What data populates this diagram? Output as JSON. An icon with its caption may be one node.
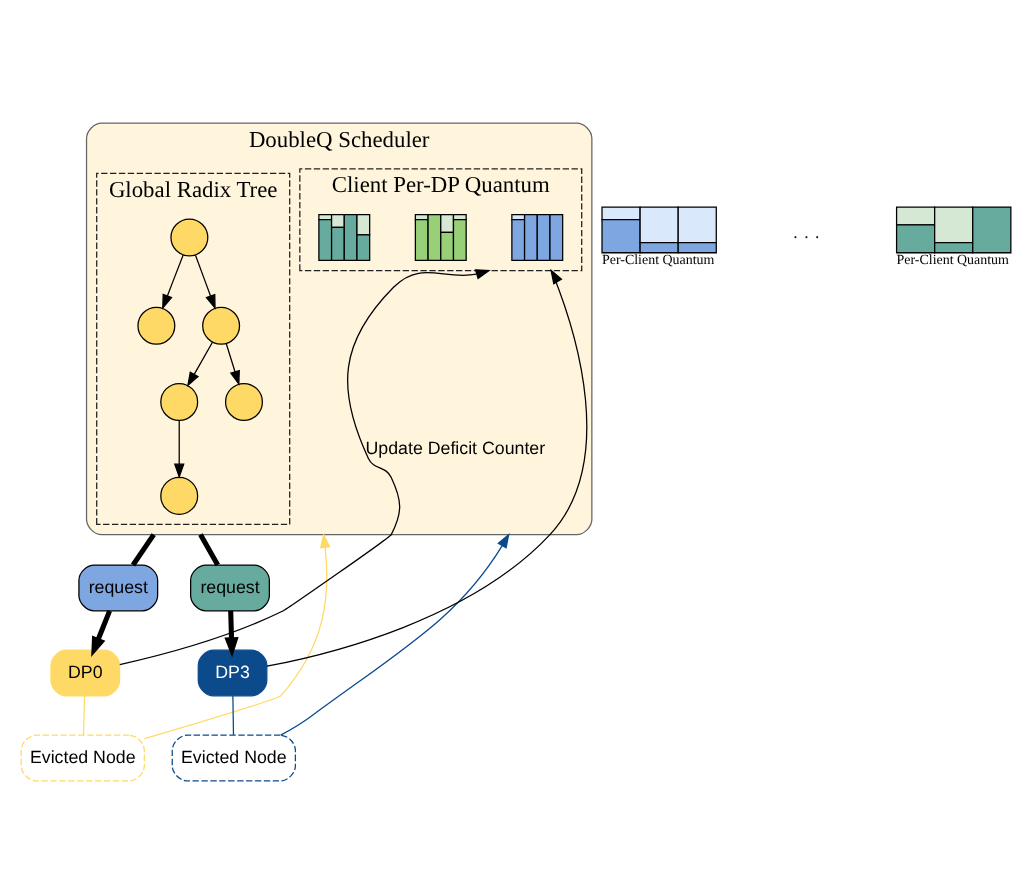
{
  "diagram": {
    "nodes": [
      {
        "text": [
          "DoubleQ Scheduler"
        ]
      },
      {
        "text": [
          "Client Per-DP Quantum"
        ],
        "in": 0
      },
      {
        "text": [],
        "shape": "picture",
        "in": 1
      },
      {
        "text": [],
        "shape": "picture",
        "in": 1
      },
      {
        "text": [],
        "shape": "picture",
        "in": 1
      },
      {
        "text": [
          "Global Radix Tree"
        ],
        "in": 0
      },
      {
        "text": [],
        "shape": "circle",
        "in": 5
      },
      {
        "text": [],
        "shape": "circle",
        "in": 5
      },
      {
        "text": [],
        "shape": "circle",
        "in": 5
      },
      {
        "text": [],
        "shape": "circle",
        "in": 5
      },
      {
        "text": [],
        "shape": "circle",
        "in": 5
      },
      {
        "text": [],
        "shape": "circle",
        "in": 5
      },
      {
        "text": [
          "request"
        ]
      },
      {
        "text": [
          "Evicted Node"
        ]
      },
      {
        "text": [],
        "shape": "picture",
        "beside": [
          "Per-Client Quantum"
        ]
      },
      {
        "text": [
          "DP0"
        ]
      },
      {
        "text": [
          "request"
        ]
      },
      {
        "text": [
          "Evicted Node"
        ]
      },
      {
        "text": [],
        "shape": "picture",
        "beside": [
          "Per-Client Quantum"
        ]
      },
      {
        "text": [
          "DP3"
        ]
      }
    ],
    "edges": [
      {
        "from": 6,
        "to": 7,
        "arrow": "to"
      },
      {
        "from": 6,
        "to": 8,
        "arrow": "to"
      },
      {
        "from": 8,
        "to": 9,
        "arrow": "to"
      },
      {
        "from": 8,
        "to": 10,
        "arrow": "to"
      },
      {
        "from": 9,
        "to": 11,
        "arrow": "to"
      },
      {
        "from": 0,
        "to": 12,
        "arrow": "none",
        "style": "thick"
      },
      {
        "from": 12,
        "to": 15,
        "arrow": "to",
        "style": "thick"
      },
      {
        "from": 15,
        "to": 13,
        "arrow": "none",
        "color": "#ffd966"
      },
      {
        "from": 13,
        "to": 0,
        "arrow": "to",
        "color": "#ffd966"
      },
      {
        "from": 0,
        "to": 16,
        "arrow": "none",
        "style": "thick"
      },
      {
        "from": 16,
        "to": 19,
        "arrow": "to",
        "style": "thick"
      },
      {
        "from": 19,
        "to": 17,
        "arrow": "none",
        "color": "#0b4a8b"
      },
      {
        "from": 17,
        "to": 0,
        "arrow": "to",
        "color": "#0b4a8b"
      },
      {
        "from": 15,
        "to": 1,
        "arrow": "to",
        "label": "Update Deficit Counter"
      },
      {
        "from": 19,
        "to": 1,
        "arrow": "to"
      }
    ],
    "labels": [
      "· · ·"
    ]
  }
}
